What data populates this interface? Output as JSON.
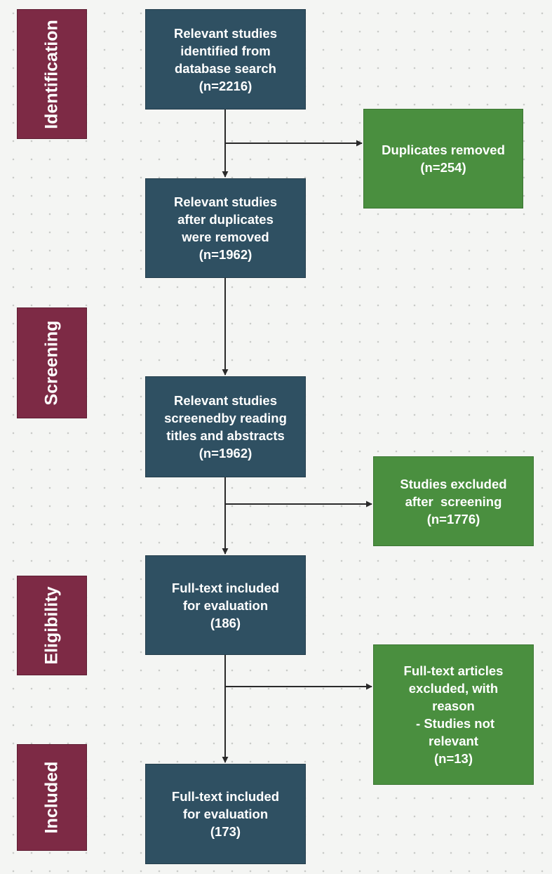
{
  "stages": [
    {
      "id": "identification",
      "label": "Identification"
    },
    {
      "id": "screening",
      "label": "Screening"
    },
    {
      "id": "eligibility",
      "label": "Eligibility"
    },
    {
      "id": "included",
      "label": "Included"
    }
  ],
  "boxes": {
    "identified": {
      "lines": [
        "Relevant studies",
        "identified from",
        "database search"
      ],
      "count": "(n=2216)"
    },
    "after_duplicates": {
      "lines": [
        "Relevant studies",
        "after duplicates",
        "were removed"
      ],
      "count": "(n=1962)"
    },
    "screened": {
      "lines": [
        "Relevant studies",
        "screenedby reading",
        "titles and abstracts"
      ],
      "count": "(n=1962)"
    },
    "fulltext_evaluated": {
      "lines": [
        "Full-text included",
        "for evaluation"
      ],
      "count": "(186)"
    },
    "included_final": {
      "lines": [
        "Full-text included",
        "for evaluation"
      ],
      "count": "(173)"
    },
    "duplicates_removed": {
      "lines": [
        "Duplicates removed"
      ],
      "count": "(n=254)"
    },
    "excluded_screening": {
      "lines": [
        "Studies excluded",
        "after  screening"
      ],
      "count": "(n=1776)"
    },
    "excluded_fulltext": {
      "lines": [
        "Full-text articles",
        "excluded, with",
        "reason",
        " - Studies not",
        "relevant"
      ],
      "count": "(n=13)"
    }
  },
  "colors": {
    "stage_label": "#7d2a45",
    "process_box": "#2f5062",
    "exclusion_box": "#4a8f3f",
    "connector": "#2a2a2a"
  }
}
